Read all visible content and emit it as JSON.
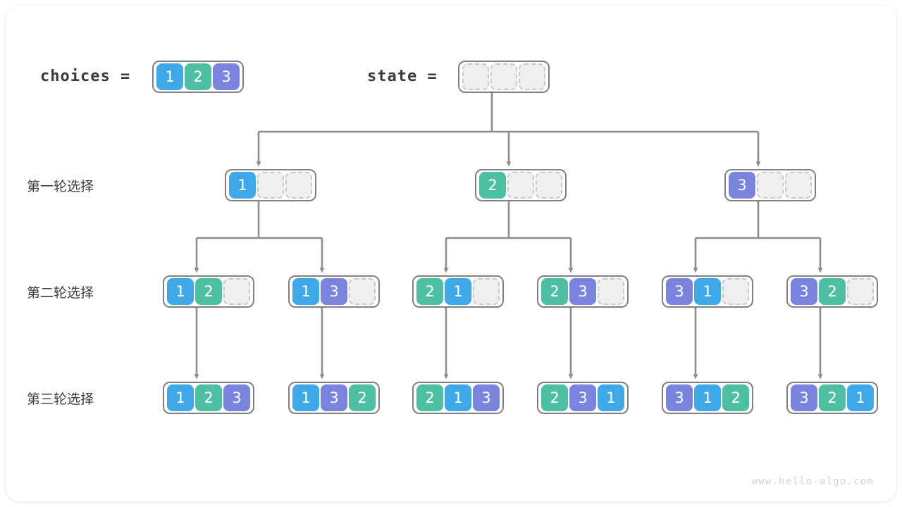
{
  "diagram": {
    "title": "permutations-backtracking-tree",
    "watermark": "www.hello-algo.com",
    "legend": {
      "choices_label": "choices =",
      "state_label": "state ="
    },
    "row_labels": [
      "第一轮选择",
      "第二轮选择",
      "第三轮选择"
    ],
    "colors": {
      "value_1": "#3fa9e8",
      "value_2": "#4fbfa4",
      "value_3": "#7b84dd",
      "empty_cell_fill": "#efefef",
      "empty_cell_border": "#c8c8c8",
      "node_border": "#808080",
      "wire": "#8c8c8c",
      "text": "#3a3a3a",
      "watermark": "#d2d2d2"
    },
    "choices_node": {
      "name": "choices-array",
      "cells": [
        "1",
        "2",
        "3"
      ]
    },
    "state_node": {
      "name": "state-array",
      "cells": [
        "",
        "",
        ""
      ]
    },
    "rows": [
      {
        "name": "round-1",
        "label": "第一轮选择",
        "nodes": [
          {
            "cells": [
              "1",
              "",
              ""
            ]
          },
          {
            "cells": [
              "2",
              "",
              ""
            ]
          },
          {
            "cells": [
              "3",
              "",
              ""
            ]
          }
        ]
      },
      {
        "name": "round-2",
        "label": "第二轮选择",
        "nodes": [
          {
            "cells": [
              "1",
              "2",
              ""
            ]
          },
          {
            "cells": [
              "1",
              "3",
              ""
            ]
          },
          {
            "cells": [
              "2",
              "1",
              ""
            ]
          },
          {
            "cells": [
              "2",
              "3",
              ""
            ]
          },
          {
            "cells": [
              "3",
              "1",
              ""
            ]
          },
          {
            "cells": [
              "3",
              "2",
              ""
            ]
          }
        ]
      },
      {
        "name": "round-3",
        "label": "第三轮选择",
        "nodes": [
          {
            "cells": [
              "1",
              "2",
              "3"
            ]
          },
          {
            "cells": [
              "1",
              "3",
              "2"
            ]
          },
          {
            "cells": [
              "2",
              "1",
              "3"
            ]
          },
          {
            "cells": [
              "2",
              "3",
              "1"
            ]
          },
          {
            "cells": [
              "3",
              "1",
              "2"
            ]
          },
          {
            "cells": [
              "3",
              "2",
              "1"
            ]
          }
        ]
      }
    ]
  }
}
